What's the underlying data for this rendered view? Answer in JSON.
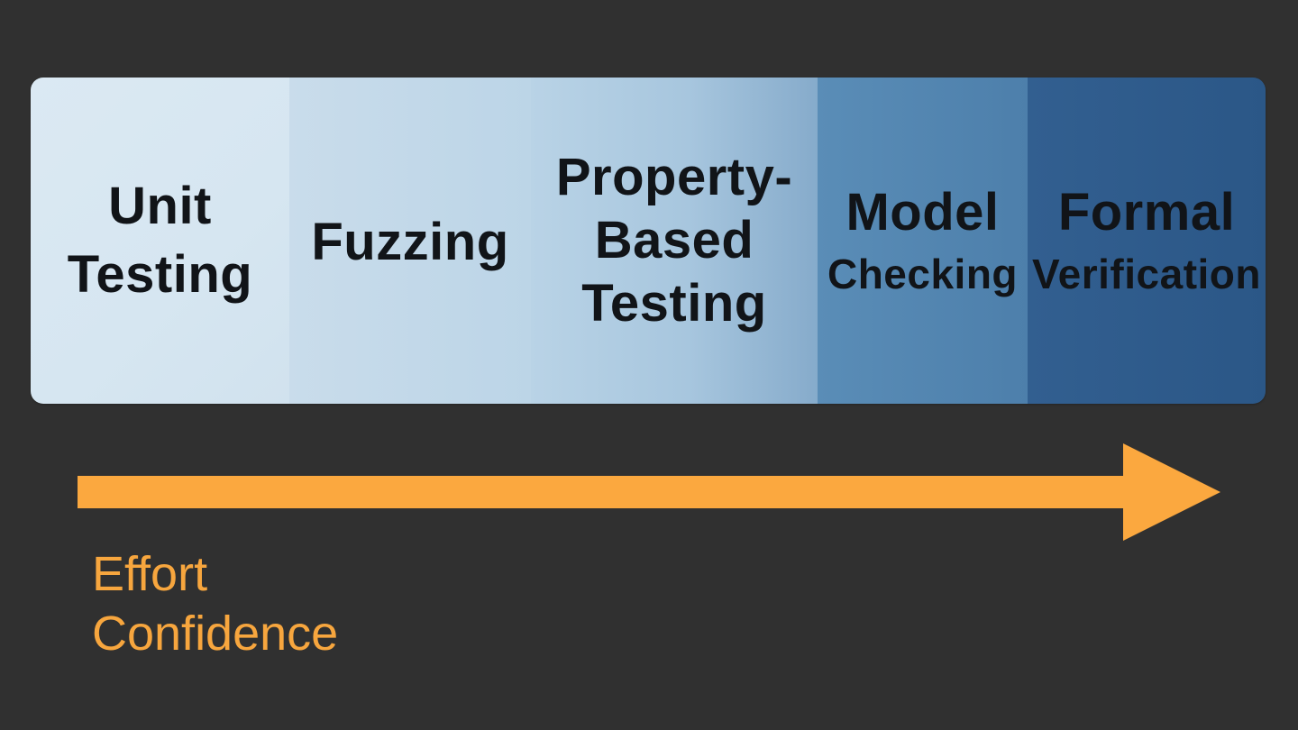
{
  "stages": [
    {
      "lines": [
        "Unit",
        "Testing"
      ]
    },
    {
      "lines": [
        "Fuzzing"
      ]
    },
    {
      "lines": [
        "Property-",
        "Based",
        "Testing"
      ]
    },
    {
      "lines": [
        "Model",
        "Checking"
      ]
    },
    {
      "lines": [
        "Formal",
        "Verification"
      ]
    }
  ],
  "axis": {
    "labels": [
      "Effort",
      "Confidence"
    ],
    "arrow_color": "#fba83f"
  },
  "colors": {
    "background": "#303030",
    "text_dark": "#111418",
    "label_orange": "#f7a63e",
    "gradient_start": "#dbe9f3",
    "gradient_end": "#2b5787"
  }
}
